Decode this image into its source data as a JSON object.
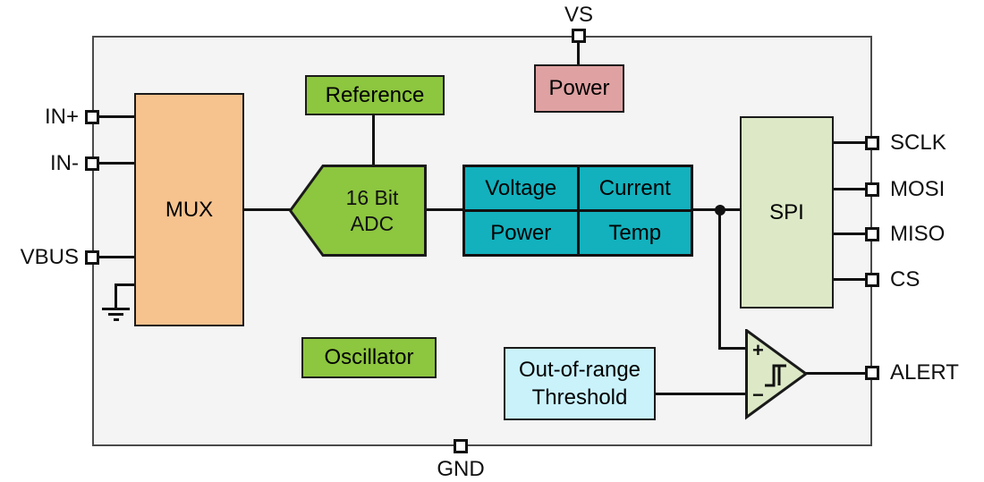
{
  "diagram": {
    "pins": {
      "vs": "VS",
      "in_plus": "IN+",
      "in_minus": "IN-",
      "vbus": "VBUS",
      "sclk": "SCLK",
      "mosi": "MOSI",
      "miso": "MISO",
      "cs": "CS",
      "alert": "ALERT",
      "gnd": "GND"
    },
    "blocks": {
      "power": "Power",
      "mux": "MUX",
      "reference": "Reference",
      "adc_line1": "16 Bit",
      "adc_line2": "ADC",
      "oscillator": "Oscillator",
      "spi": "SPI",
      "threshold_line1": "Out-of-range",
      "threshold_line2": "Threshold"
    },
    "table": {
      "cells": [
        "Voltage",
        "Current",
        "Power",
        "Temp"
      ]
    },
    "comparator": {
      "plus": "+",
      "minus": "−"
    },
    "colors": {
      "green": "#8dc63f",
      "peach": "#f6c28e",
      "rose": "#dfa1a2",
      "teal": "#12b1bd",
      "cyan": "#c9f2fb",
      "sage": "#dce8c6",
      "chip_bg": "#f4f4f4",
      "line": "#111111"
    }
  }
}
